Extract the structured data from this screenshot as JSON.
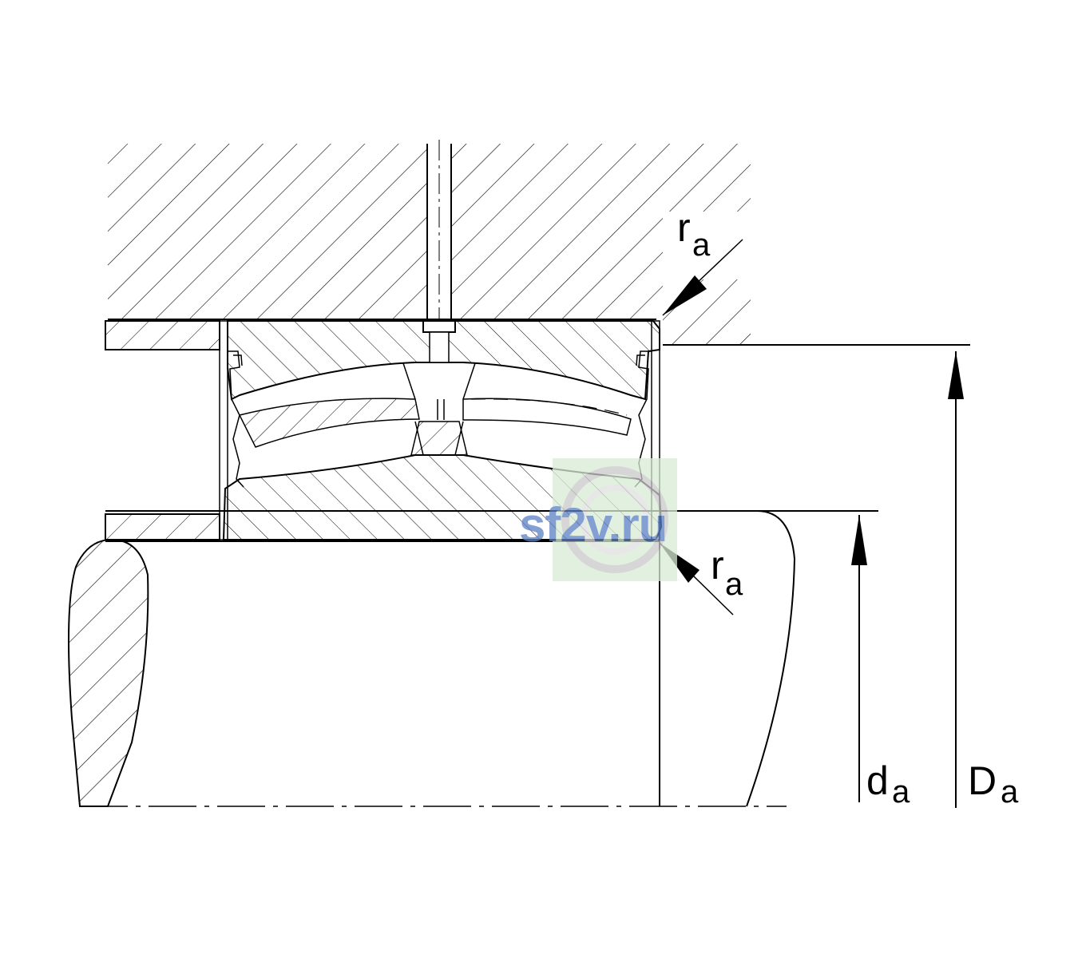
{
  "labels": {
    "ra_top": {
      "main": "r",
      "sub": "a"
    },
    "ra_bottom": {
      "main": "r",
      "sub": "a"
    },
    "da": {
      "main": "d",
      "sub": "a"
    },
    "Da": {
      "main": "D",
      "sub": "a"
    }
  },
  "watermark": {
    "text": "sf2v.ru"
  },
  "colors": {
    "line": "#000000",
    "background": "#ffffff",
    "watermark_text": "#5b7fc4",
    "watermark_box": "#d9ecd6"
  }
}
